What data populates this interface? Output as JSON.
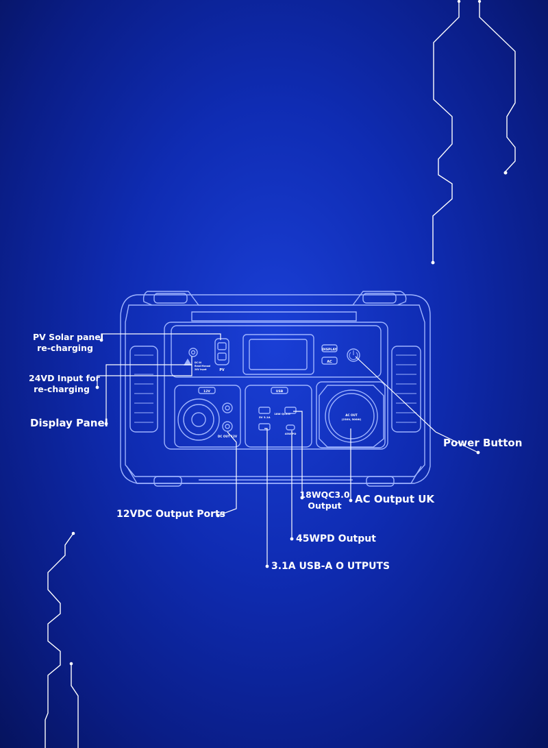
{
  "labels": {
    "pv_solar_line1": "PV Solar panel",
    "pv_solar_line2": "re-charging",
    "input_24v_line1": "24VD Input for",
    "input_24v_line2": "re-charging",
    "display_panel": "Display Panel",
    "power_button": "Power Button",
    "dc_12v_ports": "12VDC Output Ports",
    "qc_line1": "18WQC3.0",
    "qc_line2": "Output",
    "ac_output_uk": "AC Output UK",
    "pd_output": "45WPD Output",
    "usb_a_outputs": "3.1A USB-A O UTPUTS"
  },
  "device": {
    "display_button": "DISPLAY",
    "ac_button": "AC",
    "pv_port": "PV",
    "dc_badge": "12V",
    "dc_out_label": "DC OUT 12V",
    "usb_badge": "USB",
    "usb_5v_label": "5V 3.1A",
    "usb_qc_label": "18W QC3.0",
    "usb_pd_label": "45W PD",
    "ac_out_line1": "AC OUT",
    "ac_out_line2": "(230V, 500W)",
    "warning_line1": "DC IN",
    "warning_line2": "Read Manual",
    "warning_line3": "24V Input"
  },
  "colors": {
    "line": "#ffffff",
    "device_outline": "#9fb4ff"
  }
}
